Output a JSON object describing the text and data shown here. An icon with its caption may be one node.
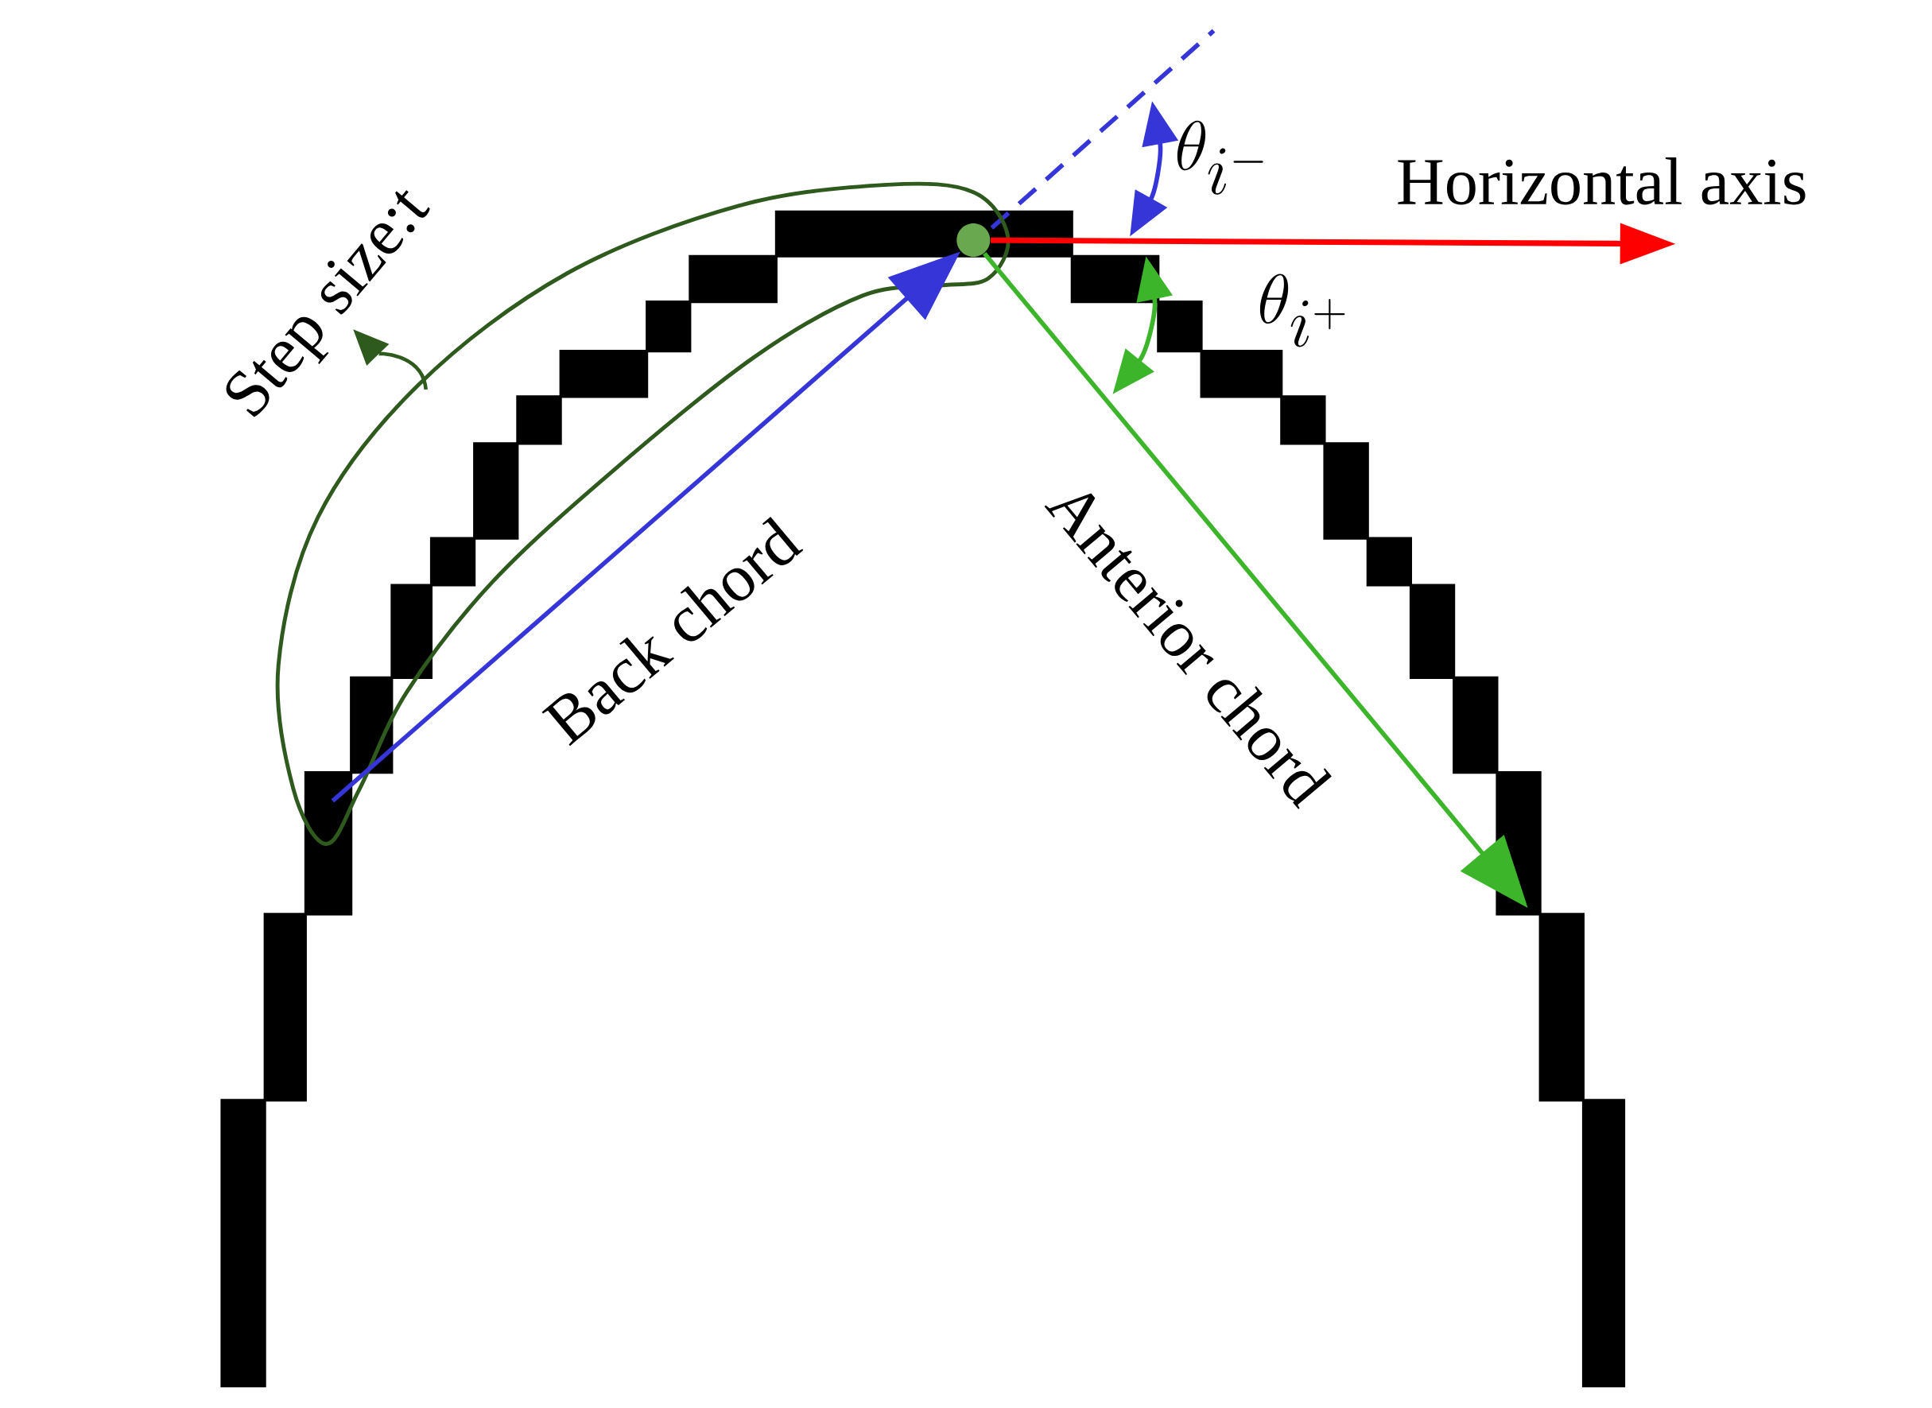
{
  "diagram": {
    "nodes": [
      {
        "text": [],
        "shape": "circle",
        "in": 2
      },
      {
        "text": [
          "Step size:t"
        ]
      },
      {
        "text": [],
        "shape": "loop"
      }
    ],
    "edges": [
      {
        "from": null,
        "to": 0,
        "arrow": "to",
        "label": "Back chord",
        "color": "#3535d8"
      },
      {
        "from": 0,
        "to": null,
        "arrow": "to",
        "label": "Anterior chord",
        "color": "#3cb52a"
      },
      {
        "from": 0,
        "to": null,
        "arrow": "to",
        "label": "Horizontal axis",
        "color": "#ff0000"
      },
      {
        "from": 2,
        "to": 1,
        "arrow": "to",
        "color": "#2f5a1e"
      }
    ],
    "labels": [
      "\\theta_{i^{-}}",
      "\\theta_{i^{+}}"
    ]
  }
}
